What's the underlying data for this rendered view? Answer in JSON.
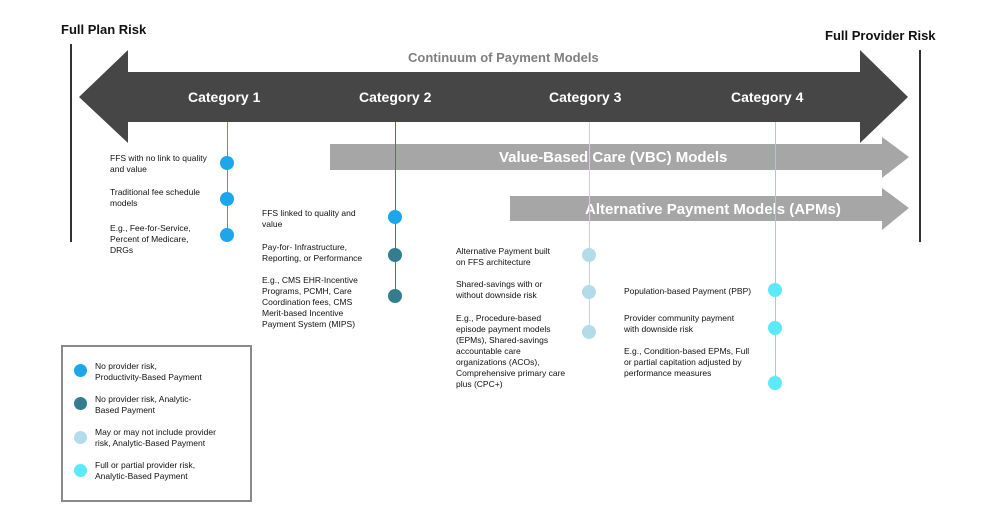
{
  "risk": {
    "left": "Full Plan Risk",
    "right": "Full Provider Risk"
  },
  "continuum": {
    "title": "Continuum of Payment Models",
    "categories": [
      "Category 1",
      "Category 2",
      "Category 3",
      "Category 4"
    ]
  },
  "bands": {
    "vbc": "Value-Based Care (VBC) Models",
    "apm": "Alternative Payment Models (APMs)"
  },
  "colors": {
    "main_arrow": "#464646",
    "band_arrow": "#a6a6a6",
    "productivity_no_risk": "#1ca7ec",
    "analytic_no_risk": "#327e8e",
    "analytic_maybe_risk": "#b4dce8",
    "analytic_provider_risk": "#5ce9fa"
  },
  "category1": {
    "items": [
      {
        "line1": "FFS with no link to quality",
        "line2": "and value"
      },
      {
        "line1": "Traditional fee schedule",
        "line2": "models"
      },
      {
        "line1": "E.g., Fee-for-Service,",
        "line2": "Percent of Medicare,",
        "line3": "DRGs"
      }
    ]
  },
  "category2": {
    "items": [
      {
        "line1": "FFS linked to quality and",
        "line2": "value"
      },
      {
        "line1": "Pay-for- Infrastructure,",
        "line2": "Reporting, or Performance"
      },
      {
        "line1": "E.g., CMS EHR-Incentive",
        "line2": "Programs, PCMH, Care",
        "line3": "Coordination fees, CMS",
        "line4": "Merit-based Incentive",
        "line5": "Payment System (MIPS)"
      }
    ]
  },
  "category3": {
    "items": [
      {
        "line1": "Alternative Payment built",
        "line2": "on FFS architecture"
      },
      {
        "line1": "Shared-savings with or",
        "line2": "without downside risk"
      },
      {
        "line1": "E.g., Procedure-based",
        "line2": "episode payment models",
        "line3": "(EPMs), Shared-savings",
        "line4": "accountable care",
        "line5": "organizations (ACOs),",
        "line6": "Comprehensive primary care",
        "line7": "plus (CPC+)"
      }
    ]
  },
  "category4": {
    "items": [
      {
        "line1": "Population-based Payment (PBP)"
      },
      {
        "line1": "Provider community payment",
        "line2": "with downside risk"
      },
      {
        "line1": "E.g., Condition-based EPMs, Full",
        "line2": "or partial capitation adjusted by",
        "line3": "performance measures"
      }
    ]
  },
  "legend": {
    "items": [
      {
        "line1": "No provider risk,",
        "line2": "Productivity-Based Payment"
      },
      {
        "line1": "No provider risk, Analytic-",
        "line2": "Based Payment"
      },
      {
        "line1": "May or may not include provider",
        "line2": "risk, Analytic-Based Payment"
      },
      {
        "line1": "Full or partial provider risk,",
        "line2": "Analytic-Based Payment"
      }
    ]
  }
}
